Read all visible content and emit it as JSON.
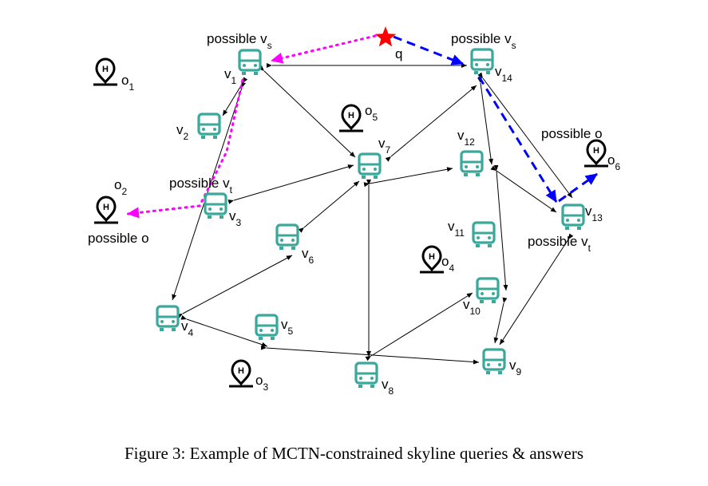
{
  "caption": "Figure 3: Example of MCTN-constrained skyline queries & answers",
  "query": {
    "label": "q"
  },
  "annotations": {
    "possible_vs_left": {
      "main": "possible v",
      "sub": "s"
    },
    "possible_vs_right": {
      "main": "possible v",
      "sub": "s"
    },
    "possible_vt_left": {
      "main": "possible v",
      "sub": "t"
    },
    "possible_vt_right": {
      "main": "possible v",
      "sub": "t"
    },
    "possible_o_left": "possible o",
    "possible_o_right": "possible o"
  },
  "stations": [
    {
      "id": "v1",
      "main": "v",
      "sub": "1"
    },
    {
      "id": "v2",
      "main": "v",
      "sub": "2"
    },
    {
      "id": "v3",
      "main": "v",
      "sub": "3"
    },
    {
      "id": "v4",
      "main": "v",
      "sub": "4"
    },
    {
      "id": "v5",
      "main": "v",
      "sub": "5"
    },
    {
      "id": "v6",
      "main": "v",
      "sub": "6"
    },
    {
      "id": "v7",
      "main": "v",
      "sub": "7"
    },
    {
      "id": "v8",
      "main": "v",
      "sub": "8"
    },
    {
      "id": "v9",
      "main": "v",
      "sub": "9"
    },
    {
      "id": "v10",
      "main": "v",
      "sub": "10"
    },
    {
      "id": "v11",
      "main": "v",
      "sub": "11"
    },
    {
      "id": "v12",
      "main": "v",
      "sub": "12"
    },
    {
      "id": "v13",
      "main": "v",
      "sub": "13"
    },
    {
      "id": "v14",
      "main": "v",
      "sub": "14"
    }
  ],
  "pois": [
    {
      "id": "o1",
      "main": "o",
      "sub": "1"
    },
    {
      "id": "o2",
      "main": "o",
      "sub": "2"
    },
    {
      "id": "o3",
      "main": "o",
      "sub": "3"
    },
    {
      "id": "o4",
      "main": "o",
      "sub": "4"
    },
    {
      "id": "o5",
      "main": "o",
      "sub": "5"
    },
    {
      "id": "o6",
      "main": "o",
      "sub": "6"
    }
  ],
  "colors": {
    "bus": "#3aa89a",
    "edge": "#000000",
    "magenta_path": "#ff00ff",
    "blue_path": "#0000ff",
    "star": "#ff0000"
  }
}
